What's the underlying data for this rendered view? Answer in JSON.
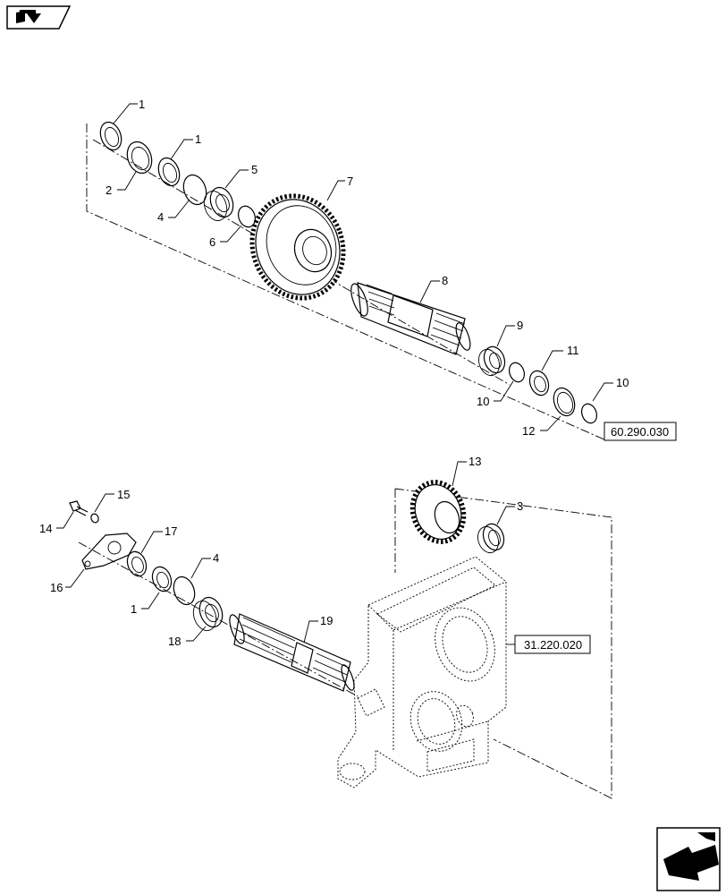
{
  "icons": {
    "nav_top": "book-arrow-icon",
    "nav_bottom": "exit-arrow-icon"
  },
  "callouts": {
    "c1a": "1",
    "c2": "2",
    "c1b": "1",
    "c4a": "4",
    "c5": "5",
    "c6": "6",
    "c7": "7",
    "c8": "8",
    "c9": "9",
    "c10a": "10",
    "c11": "11",
    "c10b": "10",
    "c12": "12",
    "c13": "13",
    "c3": "3",
    "c15": "15",
    "c14": "14",
    "c17": "17",
    "c4b": "4",
    "c16": "16",
    "c1c": "1",
    "c18": "18",
    "c19": "19"
  },
  "references": {
    "ref_upper": "60.290.030",
    "ref_lower": "31.220.020"
  }
}
